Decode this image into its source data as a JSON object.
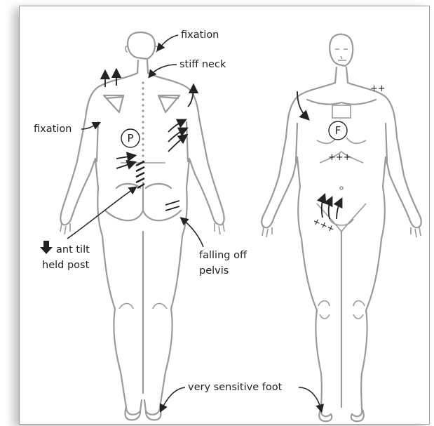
{
  "labels": {
    "fixation_head": "fixation",
    "stiff_neck": "stiff neck",
    "fixation_side": "fixation",
    "ant_tilt": "ant tilt",
    "held_post": "held post",
    "falling_off": "falling off",
    "pelvis": "pelvis",
    "very_sensitive_foot": "very sensitive foot"
  },
  "markers": {
    "posterior": "P",
    "anterior": "F"
  },
  "symbols": {
    "shoulder_plus": "++",
    "chest_plus": "+++",
    "abdomen_plus": "+++"
  },
  "colors": {
    "figure_outline": "#9a9a9a",
    "annotation": "#222222",
    "background": "#ffffff"
  }
}
